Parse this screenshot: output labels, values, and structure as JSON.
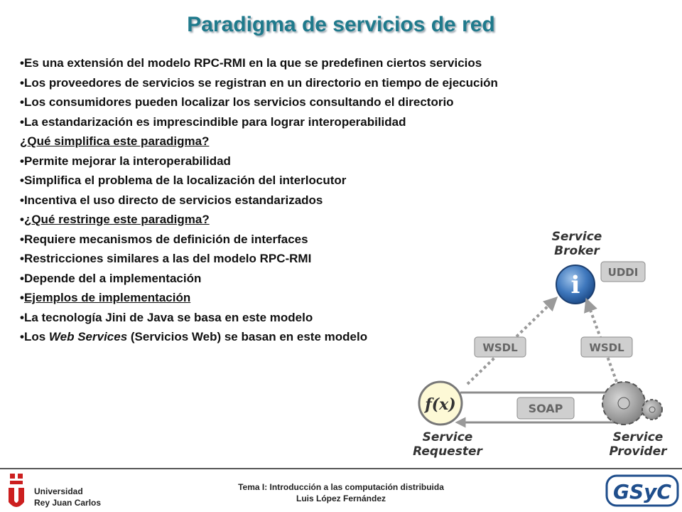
{
  "title": "Paradigma de servicios de red",
  "bullets": [
    {
      "type": "bullet",
      "text": "Es una extensión del modelo RPC-RMI en la que se predefinen ciertos servicios"
    },
    {
      "type": "bullet",
      "text": "Los proveedores de servicios se registran en un directorio en tiempo de ejecución"
    },
    {
      "type": "bullet",
      "text": "Los consumidores pueden localizar los servicios consultando el directorio"
    },
    {
      "type": "bullet",
      "text": "La estandarización es imprescindible para lograr interoperabilidad"
    },
    {
      "type": "heading",
      "text": "¿Qué simplifica este paradigma?"
    },
    {
      "type": "bullet",
      "text": "Permite mejorar la interoperabilidad"
    },
    {
      "type": "bullet",
      "text": "Simplifica el problema de la localización del interlocutor"
    },
    {
      "type": "bullet",
      "text": "Incentiva el uso directo de servicios estandarizados"
    },
    {
      "type": "bullet-heading",
      "text": "¿Qué restringe este paradigma?"
    },
    {
      "type": "bullet",
      "text": "Requiere mecanismos de definición de interfaces"
    },
    {
      "type": "bullet",
      "text": "Restricciones similares a las del modelo RPC-RMI"
    },
    {
      "type": "bullet",
      "text": "Depende del a implementación"
    },
    {
      "type": "bullet-heading",
      "text": "Ejemplos de implementación"
    },
    {
      "type": "bullet",
      "text": "La tecnología Jini de Java se basa en este modelo"
    },
    {
      "type": "bullet-italic",
      "pre": "Los ",
      "italic": "Web Services",
      "post": " (Servicios Web) se basan en este modelo"
    }
  ],
  "diagram": {
    "broker_label_1": "Service",
    "broker_label_2": "Broker",
    "uddi": "UDDI",
    "wsdl_left": "WSDL",
    "wsdl_right": "WSDL",
    "soap": "SOAP",
    "fx": "f(x)",
    "info": "i",
    "requester_1": "Service",
    "requester_2": "Requester",
    "provider_1": "Service",
    "provider_2": "Provider"
  },
  "footer": {
    "line1": "Tema I: Introducción a las computación distribuida",
    "line2": "Luis López Fernández"
  },
  "logos": {
    "urjc_line1": "Universidad",
    "urjc_line2": "Rey Juan Carlos",
    "gsyc": "GSyC"
  },
  "colors": {
    "title": "#1f7a8c",
    "urjc_red": "#cc1f1f",
    "gsyc_blue": "#1f4e8c"
  }
}
